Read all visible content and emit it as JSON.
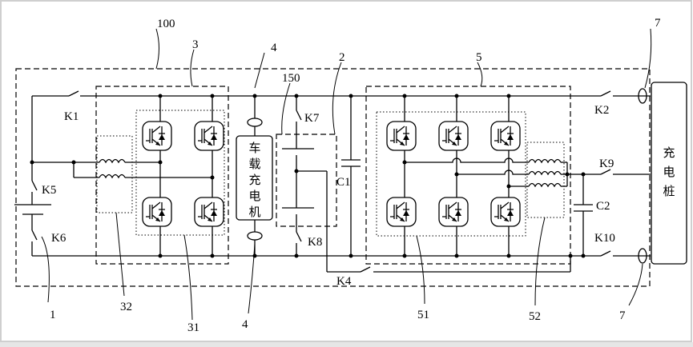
{
  "labels": {
    "ref_100": "100",
    "ref_3": "3",
    "ref_4_top": "4",
    "ref_150": "150",
    "ref_2": "2",
    "ref_5": "5",
    "ref_7_top": "7",
    "ref_1": "1",
    "ref_32": "32",
    "ref_31": "31",
    "ref_4_bottom": "4",
    "ref_51": "51",
    "ref_52": "52",
    "ref_7_bottom": "7"
  },
  "switches": {
    "k1": "K1",
    "k2": "K2",
    "k4": "K4",
    "k5": "K5",
    "k6": "K6",
    "k7": "K7",
    "k8": "K8",
    "k9": "K9",
    "k10": "K10"
  },
  "capacitors": {
    "c1": "C1",
    "c2": "C2"
  },
  "onboard_charger": [
    "车",
    "载",
    "充",
    "电",
    "机"
  ],
  "charging_pile": [
    "充",
    "电",
    "桩"
  ]
}
